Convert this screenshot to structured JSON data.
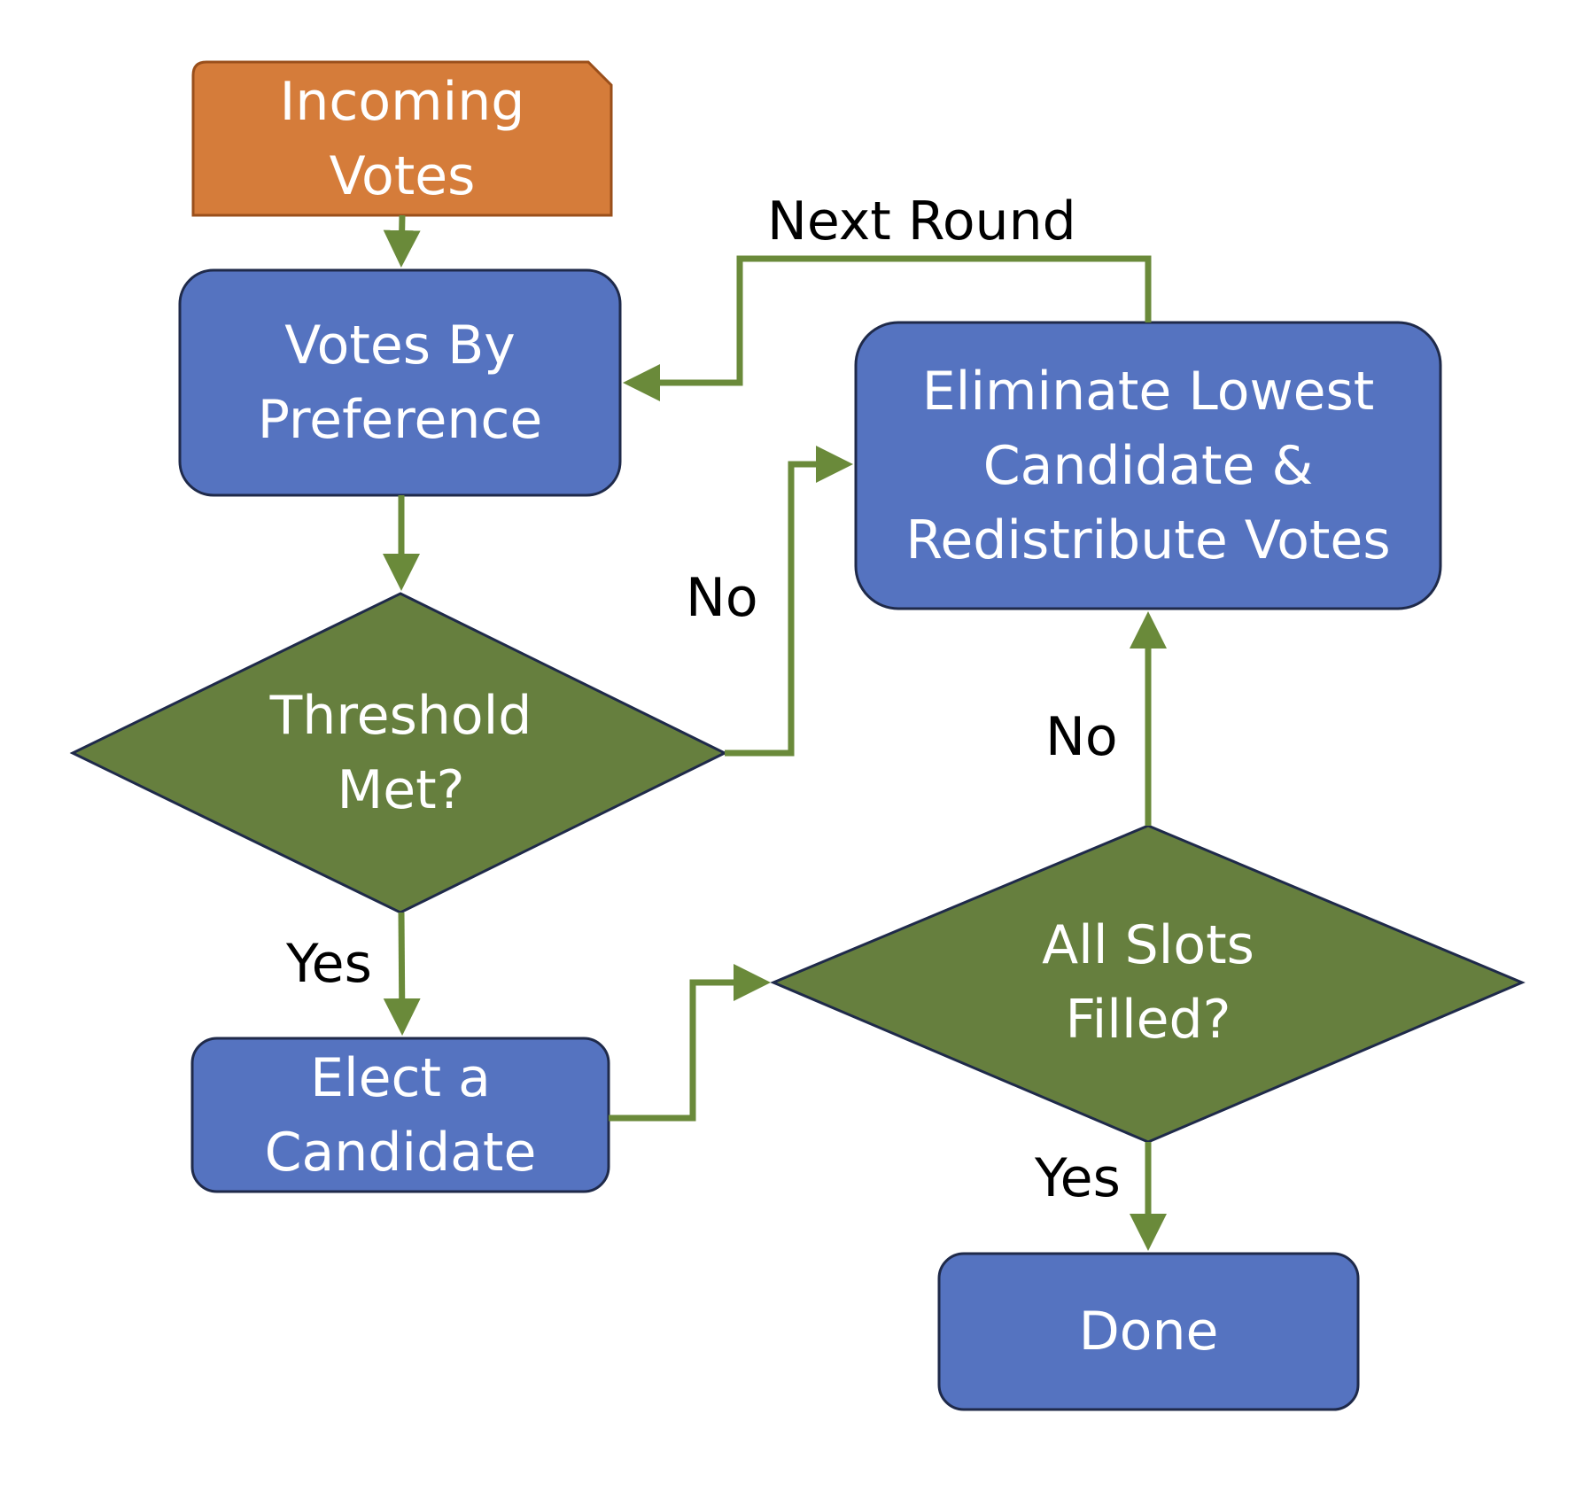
{
  "colors": {
    "start_fill": "#D57C3A",
    "start_stroke": "#9A4F1B",
    "process_fill": "#5573C0",
    "decision_fill": "#667F3E",
    "node_stroke": "#1F2A4A",
    "connector": "#6A8A3A",
    "label_text": "#000000",
    "node_text": "#ffffff"
  },
  "nodes": {
    "incoming_votes": "Incoming\nVotes",
    "votes_by_preference": "Votes By\nPreference",
    "threshold_met": "Threshold\nMet?",
    "elect_candidate": "Elect a\nCandidate",
    "eliminate_lowest": "Eliminate Lowest\nCandidate &\nRedistribute Votes",
    "all_slots_filled": "All Slots\nFilled?",
    "done": "Done"
  },
  "edge_labels": {
    "next_round": "Next Round",
    "threshold_no": "No",
    "threshold_yes": "Yes",
    "slots_no": "No",
    "slots_yes": "Yes"
  }
}
